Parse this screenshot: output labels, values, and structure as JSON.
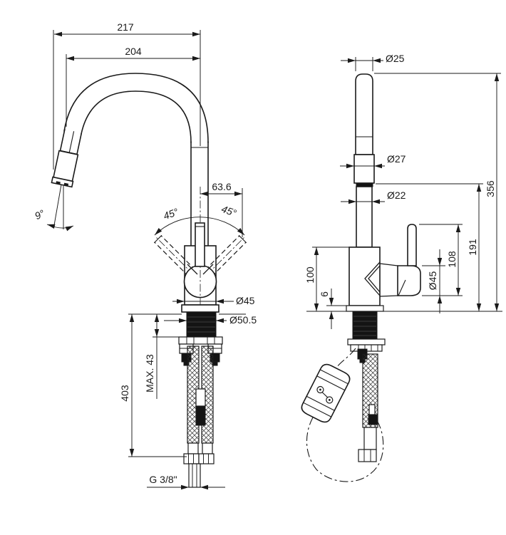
{
  "drawing": {
    "kind": "faucet-dimension-drawing",
    "subject": "Kitchen mixer tap with pull-out spray, two orthographic views with dimensions",
    "background": "#ffffff",
    "line_color": "#1a1a1a"
  },
  "views": {
    "side": {
      "name": "side view",
      "dims": {
        "total_reach": "217",
        "spout_reach": "204",
        "swivel_offset": "63.6",
        "swivel_angle_left": "45°",
        "swivel_angle_right": "45°",
        "spray_angle": "9°",
        "body_diameter": "Ø45",
        "shank_diameter": "Ø50.5",
        "max_counter_thickness": "MAX. 43",
        "hose_length": "403",
        "thread_size": "G 3/8\""
      }
    },
    "front": {
      "name": "front view",
      "dims": {
        "spout_diameter": "Ø25",
        "head_diameter": "Ø27",
        "neck_diameter": "Ø22",
        "overall_height": "356",
        "spout_height": "191",
        "handle_height": "108",
        "handle_body_diameter": "Ø45",
        "body_height": "100",
        "base_plate_thickness": "6"
      }
    }
  }
}
